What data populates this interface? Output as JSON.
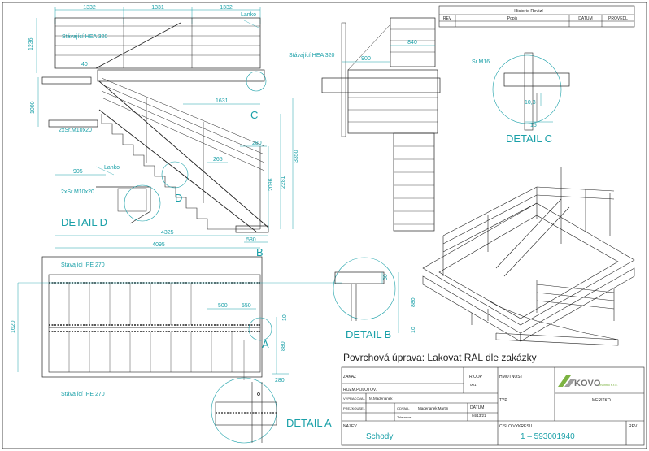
{
  "revisions": {
    "title": "Historie Revizí",
    "columns": [
      "REV",
      "Popis",
      "DATUM",
      "PROVEDL"
    ]
  },
  "labels": {
    "detail_a": "DETAIL A",
    "detail_b": "DETAIL B",
    "detail_c": "DETAIL C",
    "detail_d": "DETAIL D",
    "marker_a": "A",
    "marker_b": "B",
    "marker_c": "C",
    "marker_d": "D",
    "stavajici_hea_1": "Stávající HEA 320",
    "stavajici_hea_2": "Stávající HEA 320",
    "stavajici_ipe_1": "Stávající IPE 270",
    "stavajici_ipe_2": "Stávající IPE 270",
    "lanko_1": "Lanko",
    "lanko_2": "Lanko",
    "screw_1": "2xSr.M10x20",
    "screw_2": "Sr.M16"
  },
  "dims": {
    "top_1": "1332",
    "top_2": "1331",
    "top_3": "1332",
    "h1236": "1236",
    "d40": "40",
    "d1000": "1000",
    "d1631": "1631",
    "d280": "280",
    "d265": "265",
    "d2096": "2096",
    "d2281": "2281",
    "d3350": "3350",
    "d905": "905",
    "d4325": "4325",
    "d580": "580",
    "d4095": "4095",
    "d500": "500",
    "d550": "550",
    "d1620": "1620",
    "d880a": "880",
    "d880b": "880",
    "d10a": "10",
    "d10b": "10",
    "d280b": "280",
    "d900": "900",
    "d840": "840",
    "d103": "10,3",
    "d15": "15",
    "d30": "30"
  },
  "surface_note": "Povrchová úprava: Lakovat RAL dle zakázky",
  "title_block": {
    "zakaz_label": "ZAKAZ",
    "tr_odp_label": "TR.ODP",
    "tr_odp_value": "001",
    "hmotnost_label": "HMOTNOST",
    "rozm_label": "ROZM.POLOTOV.",
    "vypracoval_label": "VYPRACOVAL",
    "vypracoval_value": "M.Maderianek",
    "prezkousel_label": "PREZKOUSEL",
    "odvall_label": "ODVALL",
    "odvall_value": "Maderianek Martin",
    "tolerance_label": "Tolerance",
    "datum_label": "DATUM",
    "datum_value": "04/13/21",
    "typ_label": "TYP",
    "meritko_label": "MERITKO",
    "nazev_label": "NAZEV",
    "nazev_value": "Schody",
    "cislo_label": "CISLO VYKRESU",
    "cislo_value": "1 – 593001940",
    "rev_label": "REV",
    "logo_text": "KOVO",
    "logo_sub": "hv.intro s.r.o."
  },
  "colors": {
    "dimension": "#1aa0a8",
    "line": "#222222",
    "logo_green": "#7cb342"
  }
}
